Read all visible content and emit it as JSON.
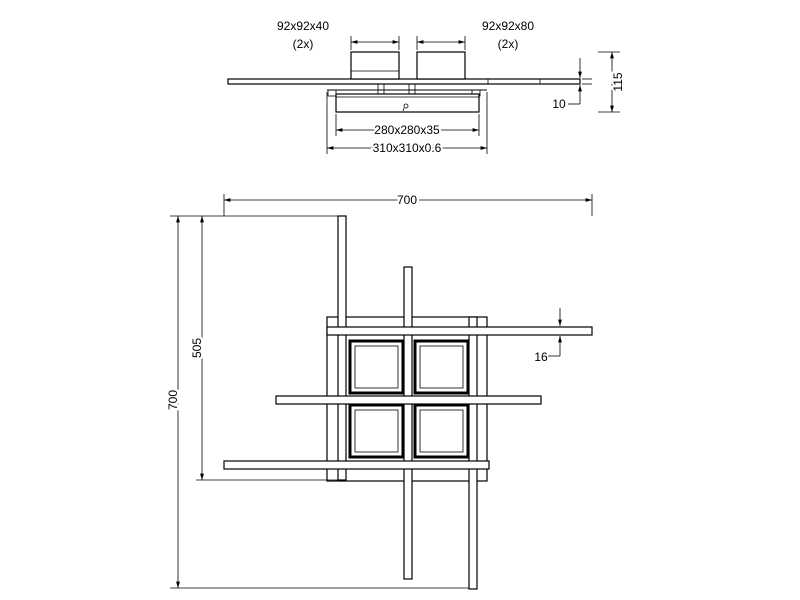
{
  "side_view": {
    "module_left_size": "92x92x40",
    "module_left_qty": "(2x)",
    "module_right_size": "92x92x80",
    "module_right_qty": "(2x)",
    "base_dim": "280x280x35",
    "plate_dim": "310x310x0.6",
    "bar_thickness": "10",
    "total_height": "115"
  },
  "top_view": {
    "width": "700",
    "height": "700",
    "inner_height": "505",
    "bar_width": "16"
  }
}
